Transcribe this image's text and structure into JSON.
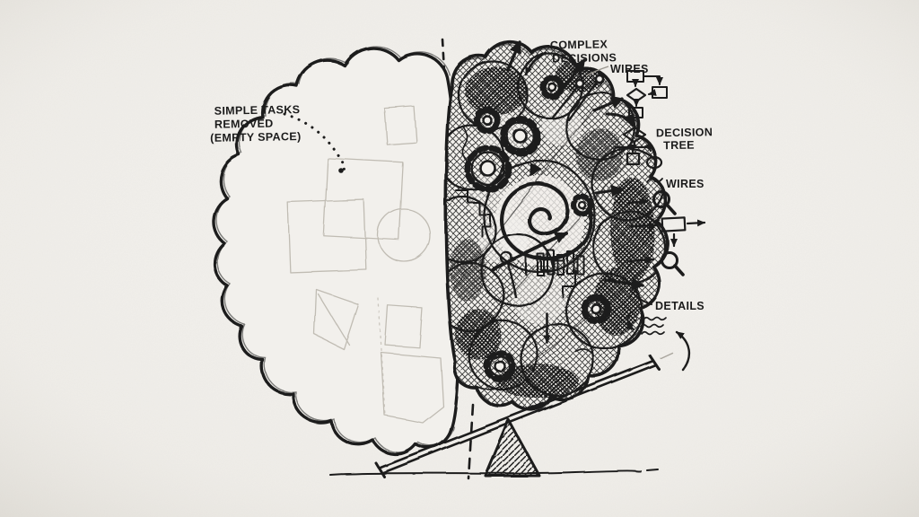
{
  "scene": {
    "title": "Brain balance sketch",
    "background_color": "#f2f0ec",
    "ink_color": "#1c1c1c",
    "faint_sketch_color": "#c0bcb3",
    "style": "hand-drawn pen illustration on paper"
  },
  "labels": {
    "simple_tasks": {
      "line1": "SIMPLE TASKS",
      "line2": "REMOVED",
      "line3": "(EMPTY SPACE)"
    },
    "complex_decisions": {
      "line1": "COMPLEX",
      "line2": "DECISIONS"
    },
    "wires_top": "WIRES",
    "decision_tree": {
      "line1": "DECISION",
      "line2": "TREE"
    },
    "wires_right": "WIRES",
    "details": "DETAILS"
  },
  "icons": [
    "gear-icon",
    "spiral-icon",
    "magnifier-icon",
    "flowchart-icon",
    "decision-tree-icon",
    "wire-node-icon",
    "circuit-trace-icon",
    "squiggle-text-icon",
    "seesaw-plank",
    "fulcrum-triangle"
  ]
}
